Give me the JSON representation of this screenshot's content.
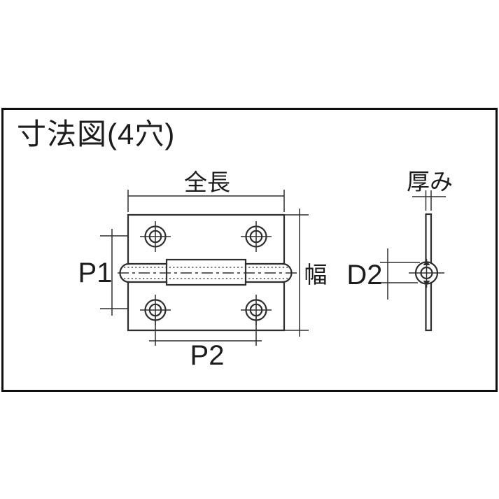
{
  "title": "寸法図(4穴)",
  "colors": {
    "background": "#ffffff",
    "border": "#0f0f0f",
    "line": "#2e2e2e",
    "text": "#1c1c1c"
  },
  "front_view": {
    "labels": {
      "total_length": "全長",
      "p1": "P1",
      "p2": "P2",
      "width": "幅"
    }
  },
  "side_view": {
    "labels": {
      "thickness": "厚み",
      "d2": "D2"
    }
  }
}
